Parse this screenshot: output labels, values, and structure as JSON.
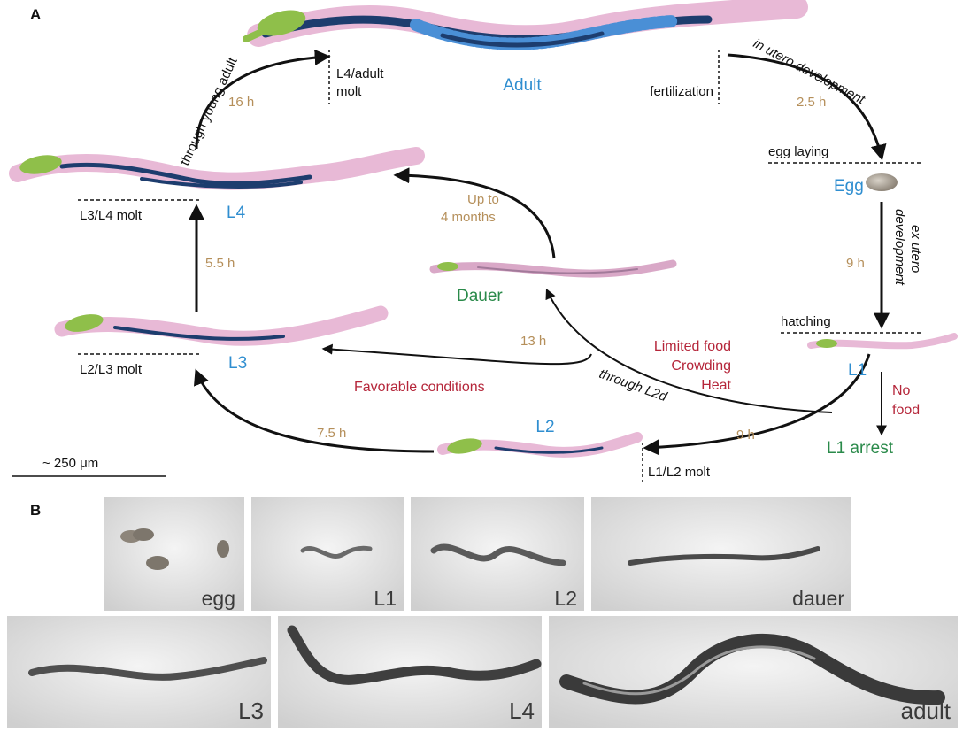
{
  "panel_a_label": "A",
  "panel_b_label": "B",
  "stages": {
    "adult": "Adult",
    "egg": "Egg",
    "l1": "L1",
    "l2": "L2",
    "l3": "L3",
    "l4": "L4",
    "dauer": "Dauer",
    "l1_arrest": "L1 arrest"
  },
  "events": {
    "l4_adult_molt_1": "L4/adult",
    "l4_adult_molt_2": "molt",
    "fertilization": "fertilization",
    "egg_laying": "egg laying",
    "hatching": "hatching",
    "l3_l4_molt": "L3/L4 molt",
    "l2_l3_molt": "L2/L3 molt",
    "l1_l2_molt": "L1/L2 molt"
  },
  "durations": {
    "young_adult": "16 h",
    "in_utero": "2.5 h",
    "ex_utero": "9 h",
    "l3_to_l4": "5.5 h",
    "l2_to_l3": "7.5 h",
    "l1_to_l2": "9 h",
    "dauer_exit": "13 h",
    "dauer_span_1": "Up to",
    "dauer_span_2": "4 months"
  },
  "path_labels": {
    "through_young_adult": "through young adult",
    "in_utero_development": "in utero development",
    "ex_utero_1": "ex utero",
    "ex_utero_2": "development",
    "through_l2d": "through L2d",
    "favorable": "Favorable conditions",
    "stress_1": "Limited food",
    "stress_2": "Crowding",
    "stress_3": "Heat",
    "no_food_1": "No",
    "no_food_2": "food"
  },
  "scale_bar": "~ 250 μm",
  "photo_labels": [
    "egg",
    "L1",
    "L2",
    "dauer",
    "L3",
    "L4",
    "adult"
  ],
  "colors": {
    "body_pink": "#e8b9d6",
    "gut_navy": "#1d3d6e",
    "pharynx_green": "#8fbf4a",
    "stage_blue": "#2f8ed0",
    "dauer_green": "#2a8a4a",
    "time_tan": "#b58f5a",
    "stress_red": "#b5263a"
  }
}
